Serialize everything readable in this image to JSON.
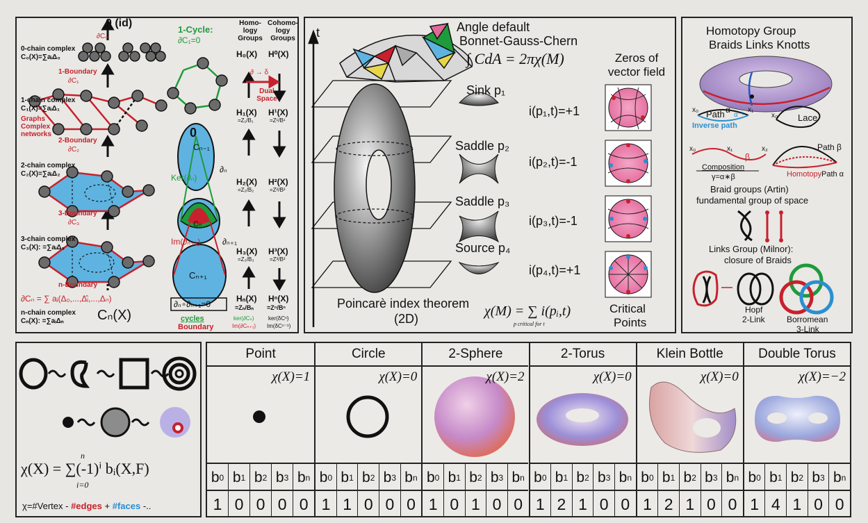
{
  "left_panel": {
    "top_label": "0 (id)",
    "boundary_c0": "∂C₀",
    "chain0_title": "0-chain complex",
    "chain0_formula": "C₀(X)=∑aᵢΔ₀",
    "boundary1": "1-Boundary",
    "boundary1_sym": "∂C₁",
    "chain1_title": "1-chain complex",
    "chain1_formula": "C₁(X)=∑aᵢΔ₁",
    "graphs_label": "Graphs Complex networks",
    "boundary2": "2-Boundary",
    "boundary2_sym": "∂C₂",
    "chain2_title": "2-chain complex",
    "chain2_formula": "C₂(X)=∑aᵢΔ₂",
    "boundary3": "3-Boundary",
    "boundary3_sym": "∂C₃",
    "chain3_title": "3-chain complex",
    "chain3_formula": "C₃(X): =∑aᵢΔ₃",
    "boundaryn": "n-Boundary",
    "boundary_formula": "∂Cₙ = ∑ aᵢ(Δ₀,...,Δ̂ᵢ,...,Δₙ)",
    "chainn_title": "n-chain complex",
    "chainn_formula": "Cₙ(X): =∑aᵢΔₙ",
    "cn_big": "Cₙ(X)",
    "one_cycle": "1-Cycle:",
    "one_cycle_eq": "∂C₁=0",
    "dual_arrow": "∂ → δ",
    "dual_space": "Dual Space",
    "col_homology": "Homo- logy Groups",
    "col_cohomology": "Cohomo- logy Groups",
    "ker_label": "Ker(∂ₙ)",
    "im_label": "Im(∂ₙ₊₁)",
    "zero_label": "0",
    "c_n1": "Cₙ₋₁",
    "c_n": "Cₙ",
    "c_np1": "Cₙ₊₁",
    "d_n": "∂ₙ",
    "d_np1": "∂ₙ₊₁",
    "dd_zero": "∂ₙ∘∂ₙ₊₁=0",
    "cycles_label": "cycles",
    "boundary_label": "Boundary",
    "h0": "H₀(X)",
    "h0c": "H⁰(X)",
    "h1": "H₁(X)",
    "h1c": "H¹(X)",
    "h1s": "=Z₁/B₁",
    "h1cs": "=Z¹/B¹",
    "h2": "H₂(X)",
    "h2c": "H²(X)",
    "h2s": "=Z₂/B₂",
    "h2cs": "=Z²/B²",
    "h3": "H₃(X)",
    "h3c": "H³(X)",
    "h3s": "=Z₃/B₃",
    "h3cs": "=Z³/B³",
    "hn": "Hₙ(X)",
    "hnc": "Hⁿ(X)",
    "hns": "=Zₙ/Bₙ",
    "hncs": "=Zⁿ/Bⁿ",
    "ker_frac_top": "ker(∂Cₙ)",
    "ker_frac_bot": "Im(∂Cₙ₊₁)",
    "kerc_frac_top": "ker(δCⁿ)",
    "kerc_frac_bot": "Im(δCⁿ⁻¹)"
  },
  "middle_panel": {
    "t_axis": "t",
    "angle_default": "Angle default",
    "bonnet": "Bonnet-Gauss-Chern",
    "gauss_formula": "∫ CdA = 2πχ(M)",
    "zeros_title": "Zeros of vector field",
    "sink": "Sink p₁",
    "sink_index": "i(p₁,t)=+1",
    "saddle1": "Saddle p₂",
    "saddle1_index": "i(p₂,t)=-1",
    "saddle2": "Saddle p₃",
    "saddle2_index": "i(p₃,t)=-1",
    "source": "Source p₄",
    "source_index": "i(p₄,t)=+1",
    "poincare": "Poincarè index theorem",
    "poincare_2d": "(2D)",
    "poincare_formula": "χ(M) = ∑ i(pᵢ,t)",
    "poincare_sub": "p critical for t",
    "critical": "Critical",
    "points": "Points"
  },
  "right_panel": {
    "title1": "Homotopy Group",
    "title2": "Braids Links Knotts",
    "path_label": "Path",
    "alpha": "α",
    "alpha_inv": "α⁻¹",
    "x0": "x₀",
    "x1": "x₁",
    "x2": "x₂",
    "inverse_path": "Inverse path",
    "lace": "Lace",
    "beta": "β",
    "path_beta": "Path β",
    "composition": "Composition",
    "gamma": "γ=α∗β",
    "homotopy": "Homotopy",
    "path_alpha": "Path α",
    "braid1": "Braid groups (Artin)",
    "braid2": "fundamental group of space",
    "links1": "Links Group (Milnor):",
    "links2": "closure of Braids",
    "hopf1": "Hopf",
    "hopf2": "2-Link",
    "borr1": "Borromean",
    "borr2": "3-Link"
  },
  "bottom_left": {
    "euler_formula": "χ(X) = ∑(-1)ⁱ bᵢ(X,F)",
    "sum_top": "n",
    "sum_bot": "i=0",
    "chi_prefix": "χ=#",
    "vertex": "Vertex - ",
    "edges": "#edges",
    "plus": " + ",
    "faces": "#faces",
    "tail": " -.."
  },
  "table": {
    "betti_labels": [
      "b",
      "b",
      "b",
      "b",
      "b"
    ],
    "betti_subs": [
      "0",
      "1",
      "2",
      "3",
      "n"
    ],
    "spaces": [
      {
        "name": "Point",
        "chi": "χ(X)=1",
        "betti": [
          "1",
          "0",
          "0",
          "0",
          "0"
        ]
      },
      {
        "name": "Circle",
        "chi": "χ(X)=0",
        "betti": [
          "1",
          "1",
          "0",
          "0",
          "0"
        ]
      },
      {
        "name": "2-Sphere",
        "chi": "χ(X)=2",
        "betti": [
          "1",
          "0",
          "1",
          "0",
          "0"
        ]
      },
      {
        "name": "2-Torus",
        "chi": "χ(X)=0",
        "betti": [
          "1",
          "2",
          "1",
          "0",
          "0"
        ]
      },
      {
        "name": "Klein Bottle",
        "chi": "χ(X)=0",
        "betti": [
          "1",
          "2",
          "1",
          "0",
          "0"
        ]
      },
      {
        "name": "Double Torus",
        "chi": "χ(X)=−2",
        "betti": [
          "1",
          "4",
          "1",
          "0",
          "0"
        ]
      }
    ]
  },
  "colors": {
    "red": "#c8202c",
    "green": "#1f9a3c",
    "blue": "#2a8fd0",
    "cyan_fill": "#5fb3e0",
    "pink": "#e3679b"
  }
}
